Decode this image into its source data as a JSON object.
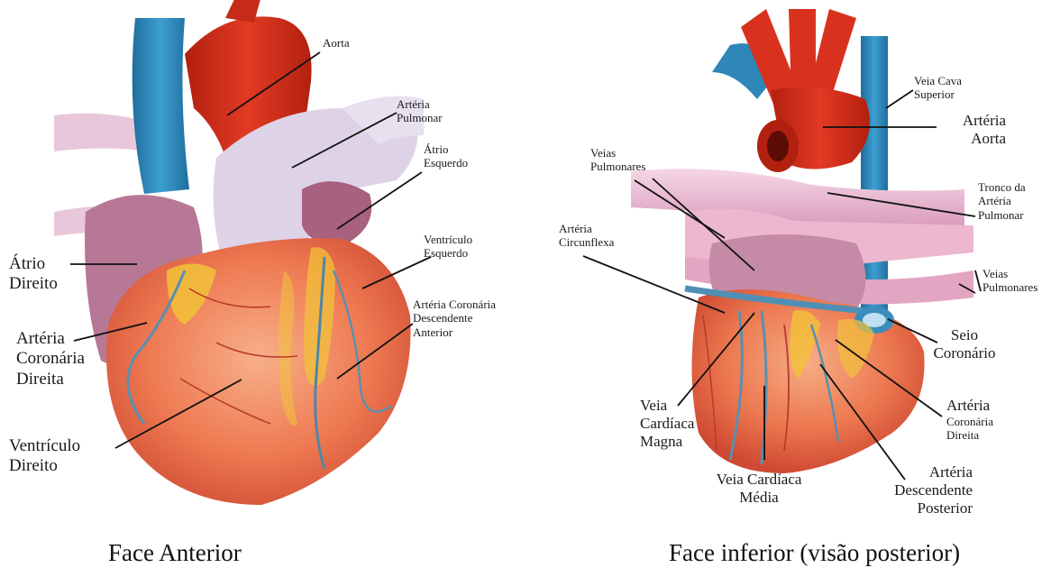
{
  "left_panel": {
    "caption": "Face Anterior",
    "labels": {
      "aorta": [
        "Aorta"
      ],
      "arteria_pulmonar": [
        "Artéria",
        "Pulmonar"
      ],
      "atrio_esquerdo": [
        "Átrio",
        "Esquerdo"
      ],
      "ventriculo_esquerdo": [
        "Ventrículo",
        "Esquerdo"
      ],
      "arteria_coronaria_desc_anterior": [
        "Artéria Coronária",
        "Descendente",
        "Anterior"
      ],
      "atrio_direito": [
        "Átrio",
        "Direito"
      ],
      "arteria_coronaria_direita": [
        "Artéria",
        "Coronária",
        "Direita"
      ],
      "ventriculo_direito": [
        "Ventrículo",
        "Direito"
      ]
    }
  },
  "right_panel": {
    "caption": "Face inferior (visão posterior)",
    "labels": {
      "veia_cava_superior": [
        "Veia Cava",
        "Superior"
      ],
      "arteria_aorta": [
        "Artéria",
        "Aorta"
      ],
      "veias_pulmonares_top": [
        "Veias",
        "Pulmonares"
      ],
      "tronco_arteria_pulmonar": [
        "Tronco da",
        "Artéria",
        "Pulmonar"
      ],
      "arteria_circunflexa": [
        "Artéria",
        "Circunflexa"
      ],
      "veias_pulmonares_right": [
        "Veias",
        "Pulmonares"
      ],
      "seio_coronario": [
        "Seio",
        "Coronário"
      ],
      "veia_cardiaca_magna": [
        "Veia",
        "Cardíaca",
        "Magna"
      ],
      "arteria_coronaria_direita": [
        "Artéria",
        "Coronária",
        "Direita"
      ],
      "veia_cardiaca_media": [
        "Veia Cardíaca",
        "Média"
      ],
      "arteria_desc_posterior": [
        "Artéria",
        "Descendente",
        "Posterior"
      ]
    }
  },
  "colors": {
    "aorta_red": "#d8321f",
    "vein_blue": "#2f86b8",
    "pulmonary_pink": "#e8b6cf",
    "atrium_purple": "#a4627e",
    "ventricle_orange": "#ee7a52",
    "fat_yellow": "#f2c23a",
    "leader_line": "#111111"
  }
}
